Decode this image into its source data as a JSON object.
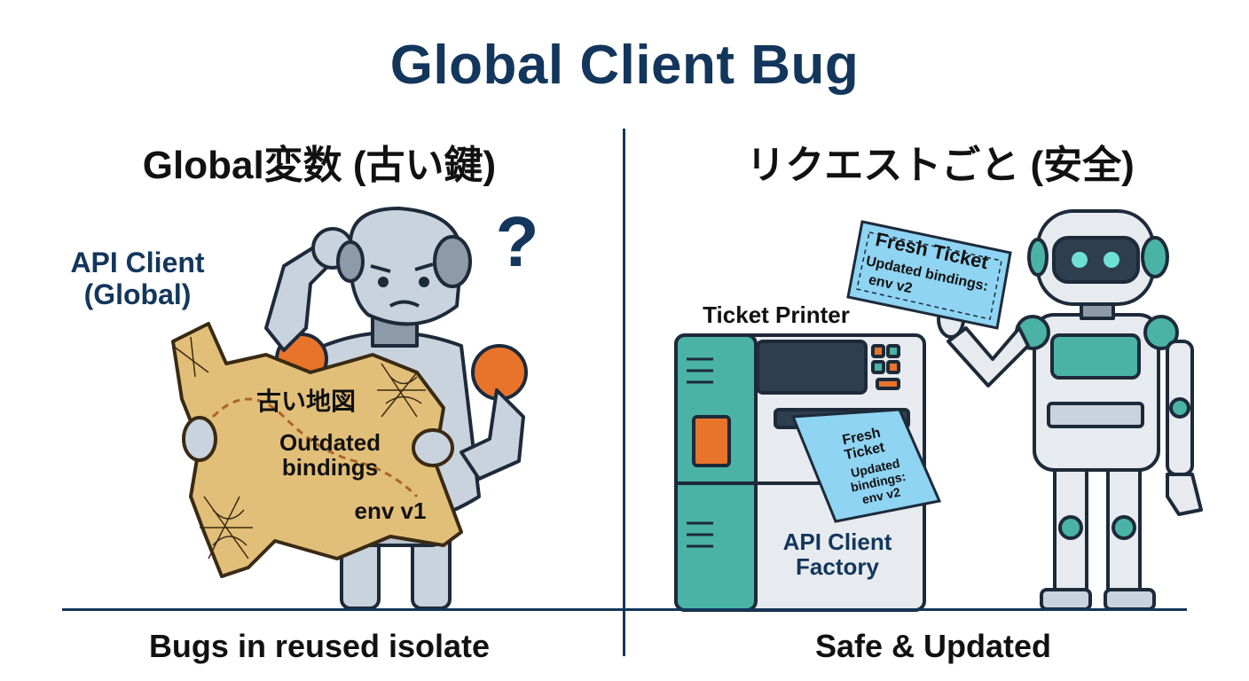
{
  "title": "Global Client Bug",
  "left": {
    "heading": "Global変数 (古い鍵)",
    "client_label_line1": "API Client",
    "client_label_line2": "(Global)",
    "question_mark": "?",
    "map_title": "古い地図",
    "map_line1": "Outdated",
    "map_line2": "bindings",
    "map_line3": "env v1",
    "footer": "Bugs in reused isolate"
  },
  "right": {
    "heading": "リクエストごと (安全)",
    "printer_label": "Ticket Printer",
    "factory_line1": "API Client",
    "factory_line2": "Factory",
    "held_ticket": {
      "title": "Fresh Ticket",
      "line1": "Updated bindings:",
      "line2": "env v2"
    },
    "printed_ticket": {
      "title1": "Fresh",
      "title2": "Ticket",
      "line1": "Updated",
      "line2": "bindings:",
      "line3": "env v2"
    },
    "footer": "Safe & Updated"
  },
  "colors": {
    "navy": "#13365c",
    "robot_gray": "#c9d3de",
    "orange": "#e8742c",
    "teal": "#4ab3a6",
    "ticket_blue": "#8fd4f2",
    "map_tan": "#e2bf78"
  }
}
